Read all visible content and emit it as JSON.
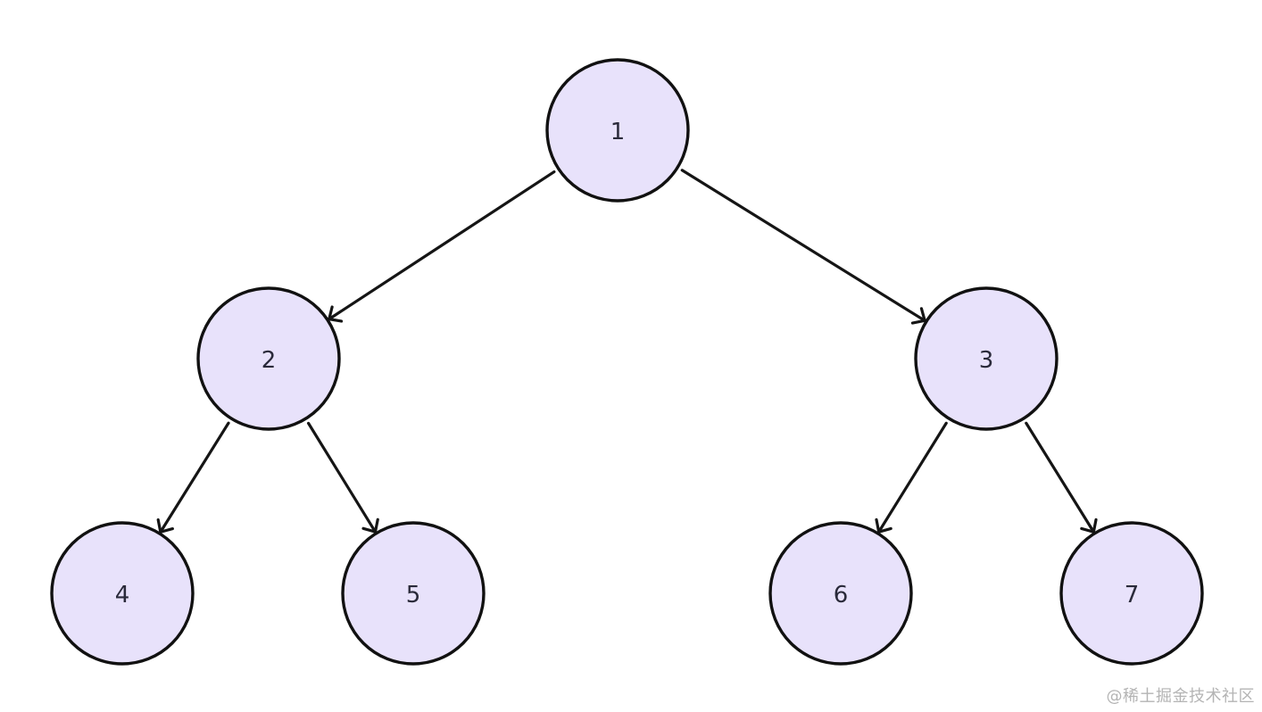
{
  "diagram": {
    "type": "binary-tree",
    "node_fill": "#e8e2fb",
    "node_stroke": "#111111",
    "edge_color": "#151515",
    "nodes": [
      {
        "id": "1",
        "label": "1"
      },
      {
        "id": "2",
        "label": "2"
      },
      {
        "id": "3",
        "label": "3"
      },
      {
        "id": "4",
        "label": "4"
      },
      {
        "id": "5",
        "label": "5"
      },
      {
        "id": "6",
        "label": "6"
      },
      {
        "id": "7",
        "label": "7"
      }
    ],
    "edges": [
      {
        "from": "1",
        "to": "2"
      },
      {
        "from": "1",
        "to": "3"
      },
      {
        "from": "2",
        "to": "4"
      },
      {
        "from": "2",
        "to": "5"
      },
      {
        "from": "3",
        "to": "6"
      },
      {
        "from": "3",
        "to": "7"
      }
    ]
  },
  "watermark": {
    "text": "@稀土掘金技术社区"
  }
}
